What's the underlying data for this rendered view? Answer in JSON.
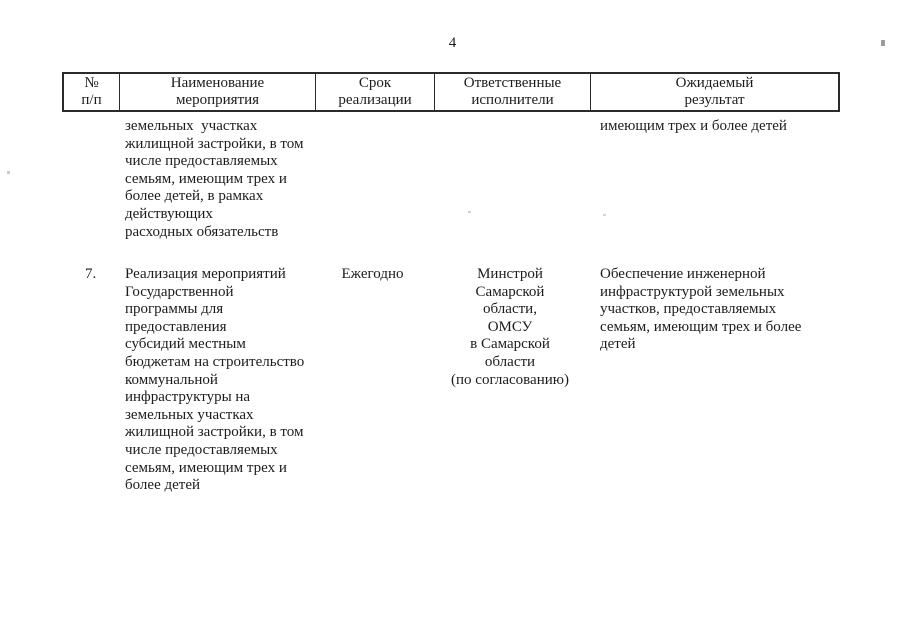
{
  "page": {
    "number": "4"
  },
  "table": {
    "headers": [
      "№\nп/п",
      "Наименование\nмероприятия",
      "Срок\nреализации",
      "Ответственные\nисполнители",
      "Ожидаемый\nрезультат"
    ],
    "rows": [
      {
        "num": "",
        "activity": "земельных  участках\nжилищной застройки, в том\nчисле предоставляемых\nсемьям, имеющим трех и\nболее детей, в рамках\nдействующих\nрасходных обязательств",
        "term": "",
        "executors": "",
        "result": "имеющим трех и более детей"
      },
      {
        "num": "7.",
        "activity": "Реализация мероприятий\nГосударственной\nпрограммы для\nпредоставления\nсубсидий местным\nбюджетам на строительство\nкоммунальной\nинфраструктуры на\nземельных участках\nжилищной застройки, в том\nчисле предоставляемых\nсемьям, имеющим трех и\nболее детей",
        "term": "Ежегодно",
        "executors": "Минстрой\nСамарской\nобласти,\nОМСУ\nв Самарской\nобласти\n(по согласованию)",
        "result": "Обеспечение инженерной\nинфраструктурой земельных\nучастков, предоставляемых\nсемьям, имеющим трех и более\nдетей"
      }
    ]
  }
}
